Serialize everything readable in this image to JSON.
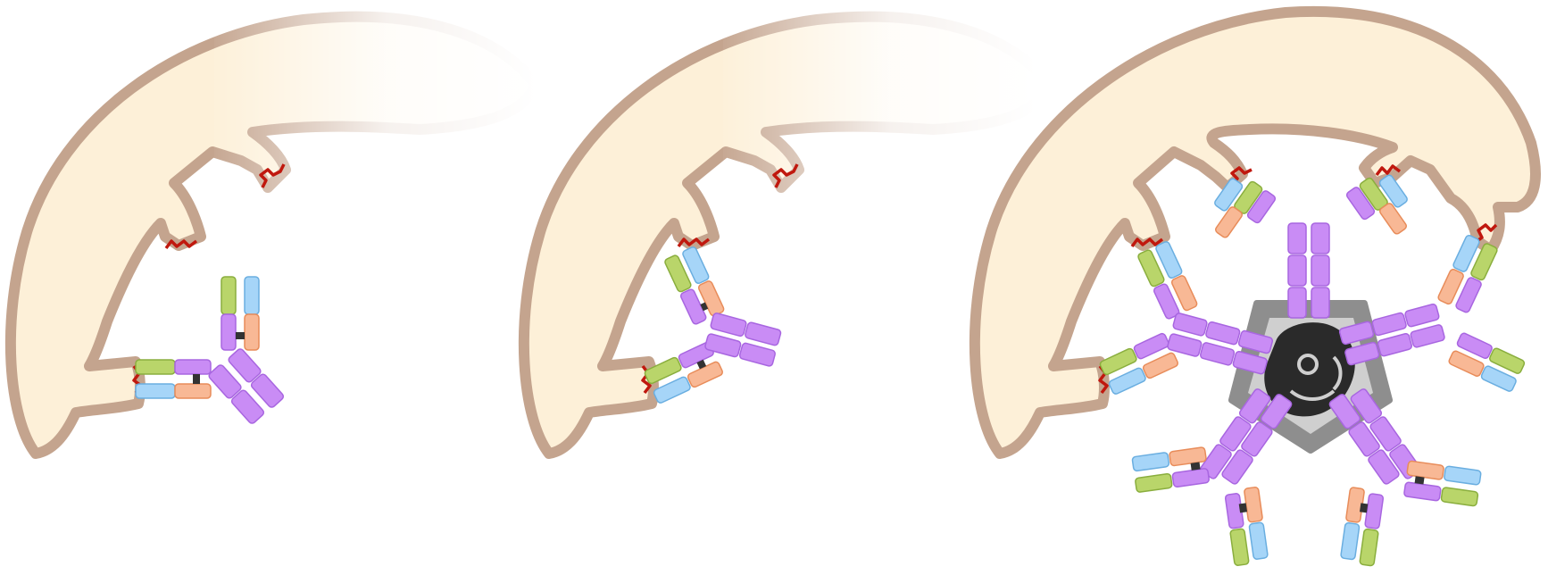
{
  "colors": {
    "cell_fill": "#fdf0d8",
    "cell_border": "#c4a48e",
    "antigen": "#c0180e",
    "heavy_chain": "#c98cf5",
    "heavy_chain_stroke": "#a866e0",
    "light_chain_constant": "#f8b895",
    "light_chain_constant_stroke": "#e88c5a",
    "light_chain_variable": "#a6d5f8",
    "light_chain_variable_stroke": "#6aaee0",
    "heavy_variable": "#b9d56a",
    "heavy_variable_stroke": "#8aae3e",
    "disulfide_bond": "#333333",
    "complex_outer": "#8e8e8e",
    "complex_inner": "#cfcfcf",
    "complex_core": "#2a2a2a"
  },
  "panels": [
    {
      "name": "single-antibody-binding",
      "antibodies": 1,
      "antigen_sites": 3
    },
    {
      "name": "two-arm-binding",
      "antibodies": 1,
      "antigen_sites": 3
    },
    {
      "name": "pentameric-binding",
      "antibodies": 5,
      "antigen_sites": 5
    }
  ],
  "icons": [
    "cell-membrane-icon",
    "antigen-icon",
    "antibody-icon",
    "j-chain-icon"
  ]
}
